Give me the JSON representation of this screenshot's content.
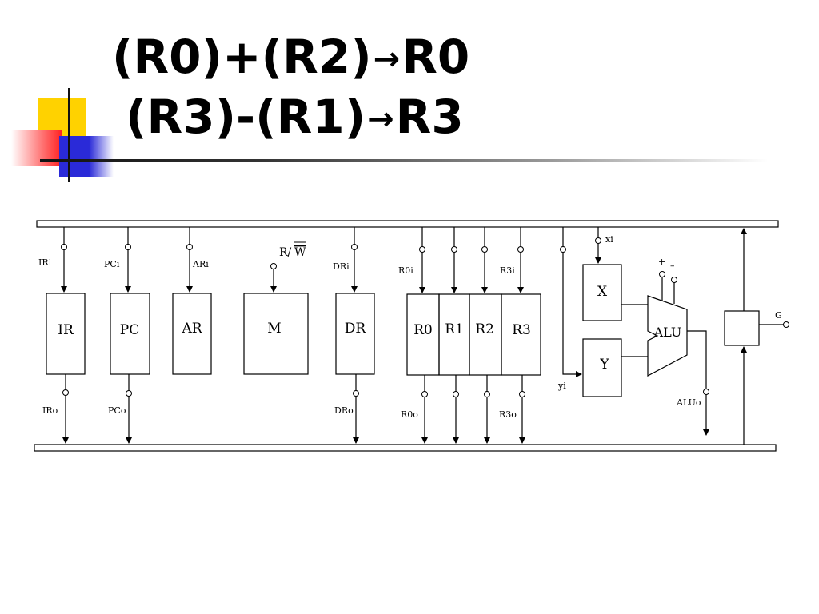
{
  "slide": {
    "title_line1": {
      "left": "(R0)+(R2)",
      "arrow": "→",
      "right": "R0"
    },
    "title_line2": {
      "left": "(R3)-(R1)",
      "arrow": "→",
      "right": "R3"
    }
  },
  "diagram": {
    "blocks": {
      "ir": "IR",
      "pc": "PC",
      "ar": "AR",
      "m": "M",
      "dr": "DR",
      "r0": "R0",
      "r1": "R1",
      "r2": "R2",
      "r3": "R3",
      "x": "X",
      "y": "Y",
      "alu": "ALU"
    },
    "control_signals": {
      "iri": "IRi",
      "iro": "IRo",
      "pci": "PCi",
      "pco": "PCo",
      "ari": "ARi",
      "rw_r": "R/",
      "rw_w": "W",
      "dri": "DRi",
      "dro": "DRo",
      "r0i": "R0i",
      "r0o": "R0o",
      "r3i": "R3i",
      "r3o": "R3o",
      "xi": "xi",
      "yi": "yi",
      "alu_plus": "+",
      "alu_minus": "–",
      "aluo": "ALUo",
      "g": "G"
    }
  }
}
